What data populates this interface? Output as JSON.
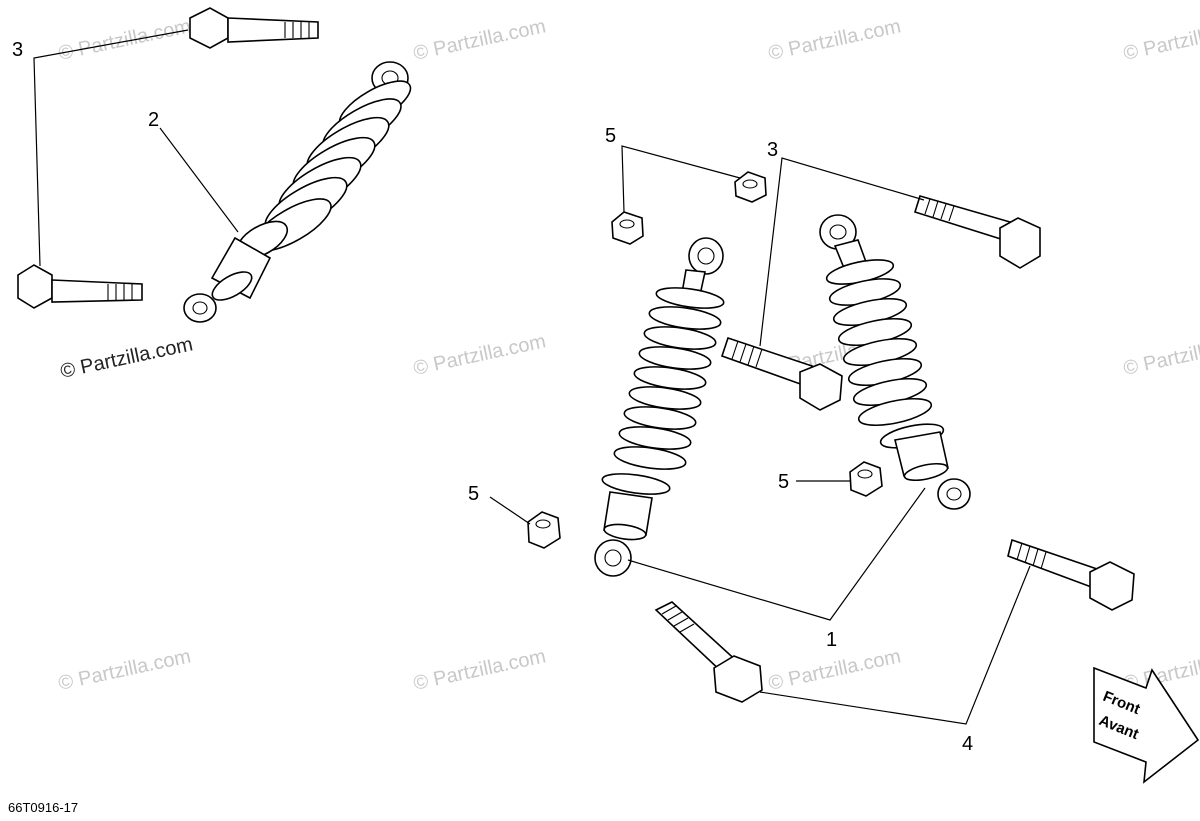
{
  "watermark": "© Partzilla.com",
  "watermark_prominent": "© Partzilla.com",
  "diagram_code": "66T0916-17",
  "callouts": {
    "c1": "1",
    "c2": "2",
    "c3_left": "3",
    "c3_right": "3",
    "c4": "4",
    "c5_top": "5",
    "c5_mid": "5",
    "c5_left": "5"
  },
  "direction_arrow": {
    "line1": "Front",
    "line2": "Avant"
  },
  "colors": {
    "line": "#000000",
    "watermark": "#c8c8c8",
    "background": "#ffffff"
  }
}
